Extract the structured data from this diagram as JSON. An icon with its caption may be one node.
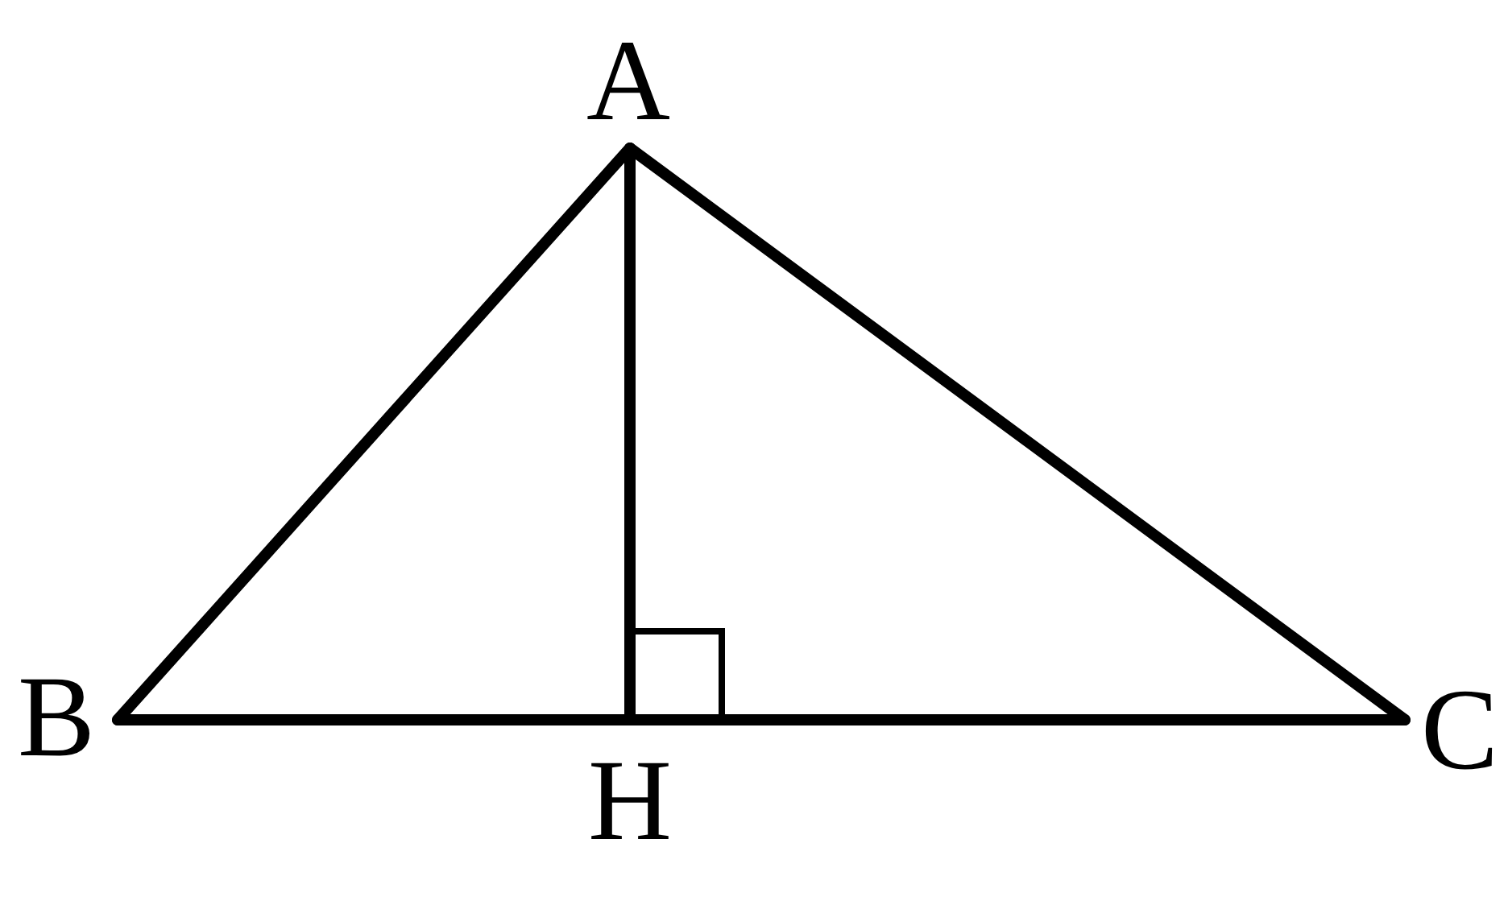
{
  "diagram": {
    "nodes": [
      {
        "text": [
          "A"
        ]
      },
      {
        "text": [
          "B"
        ]
      },
      {
        "text": [
          "C"
        ]
      },
      {
        "text": [
          "H"
        ]
      }
    ],
    "edges": [
      {
        "from": 0,
        "to": 1,
        "arrow": "none"
      },
      {
        "from": 0,
        "to": 2,
        "arrow": "none"
      },
      {
        "from": 1,
        "to": 2,
        "arrow": "none"
      },
      {
        "from": 0,
        "to": 3,
        "arrow": "none"
      }
    ]
  }
}
